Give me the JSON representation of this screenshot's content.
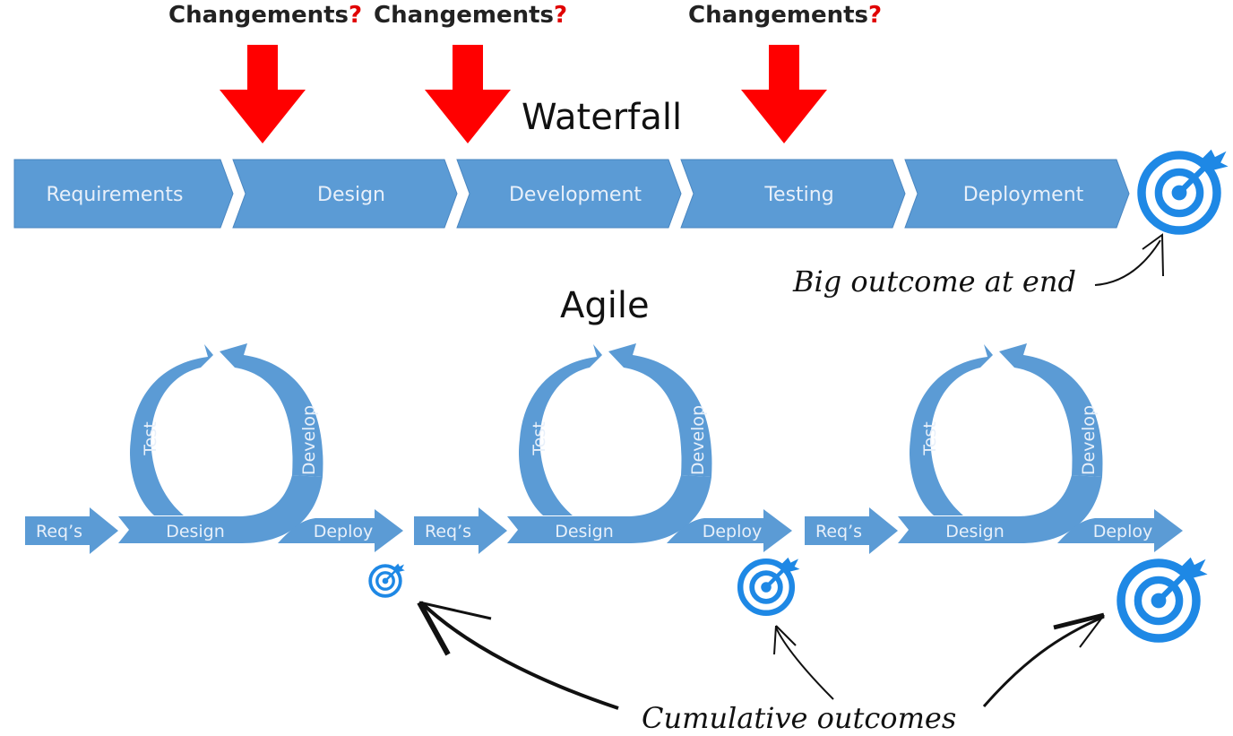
{
  "colors": {
    "step_fill": "#5b9bd5",
    "step_text": "#e8f0fa",
    "target_blue": "#1e88e5",
    "change_arrow": "#ff0000",
    "question_mark": "#e00000",
    "ink": "#111111"
  },
  "changes": {
    "label": "Changements",
    "mark": "?",
    "count": 3
  },
  "waterfall": {
    "title": "Waterfall",
    "steps": [
      "Requirements",
      "Design",
      "Development",
      "Testing",
      "Deployment"
    ],
    "outcome_note": "Big outcome at end"
  },
  "agile": {
    "title": "Agile",
    "iterations": [
      {
        "reqs": "Req’s",
        "design": "Design",
        "test": "Test",
        "develop": "Develop",
        "deploy": "Deploy",
        "outcome_size": "small"
      },
      {
        "reqs": "Req’s",
        "design": "Design",
        "test": "Test",
        "develop": "Develop",
        "deploy": "Deploy",
        "outcome_size": "medium"
      },
      {
        "reqs": "Req’s",
        "design": "Design",
        "test": "Test",
        "develop": "Develop",
        "deploy": "Deploy",
        "outcome_size": "large"
      }
    ],
    "outcome_note": "Cumulative outcomes"
  }
}
